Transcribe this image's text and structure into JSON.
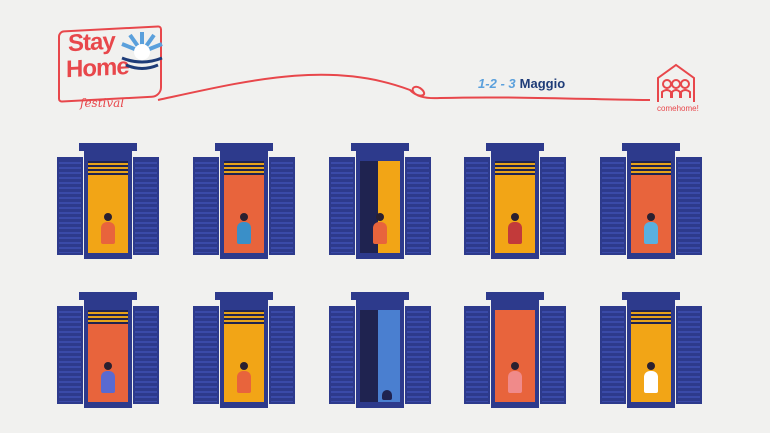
{
  "logo": {
    "line1": "Stay",
    "line2": "Home",
    "tagline": "festival"
  },
  "dates": {
    "d1": "1",
    "sep1": "-",
    "d2": "2",
    "sep2": "-",
    "d3": "3",
    "month": "Maggio"
  },
  "partner": {
    "name": "comehome!"
  },
  "colors": {
    "red": "#e8474b",
    "navy": "#2d3a8c",
    "yellow": "#f2a516",
    "orange": "#e8643c",
    "blue": "#4a7fd0"
  },
  "windows": [
    {
      "bg": "#f2a516",
      "roller": true,
      "shirt": "#e8643c"
    },
    {
      "bg": "#e8643c",
      "roller": true,
      "shirt": "#3a8fc8"
    },
    {
      "bg": "#f2a516",
      "roller": false,
      "shirt": "#e8643c",
      "curtain": true
    },
    {
      "bg": "#f2a516",
      "roller": true,
      "shirt": "#c23a3a"
    },
    {
      "bg": "#e8643c",
      "roller": true,
      "shirt": "#5ab0e0"
    },
    {
      "bg": "#e8643c",
      "roller": true,
      "shirt": "#5a6ad0"
    },
    {
      "bg": "#f2a516",
      "roller": true,
      "shirt": "#e8643c"
    },
    {
      "bg": "#4a7fd0",
      "roller": false,
      "shirt": null,
      "curtain": true
    },
    {
      "bg": "#e8643c",
      "roller": false,
      "shirt": "#f08a8a"
    },
    {
      "bg": "#f2a516",
      "roller": true,
      "shirt": "#ffffff"
    }
  ]
}
